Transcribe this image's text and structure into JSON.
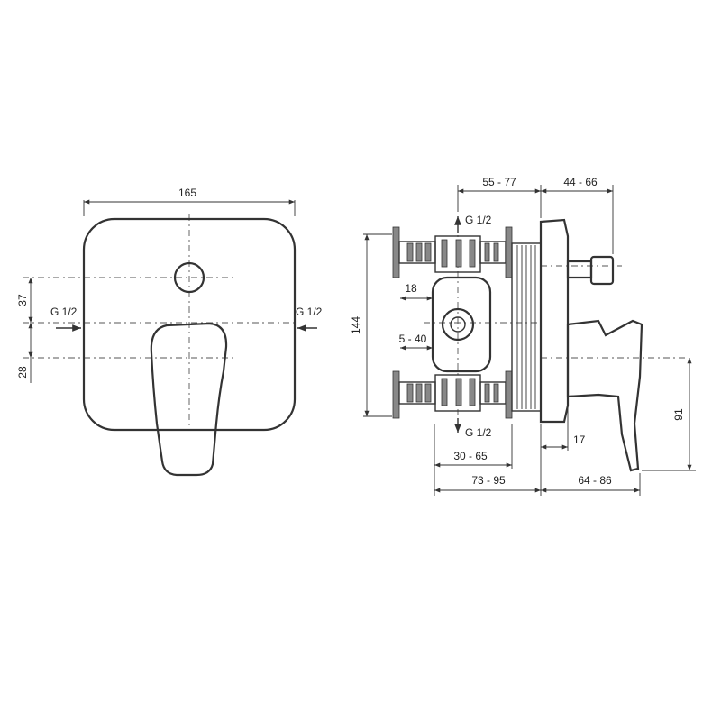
{
  "front_view": {
    "width_dim": "165",
    "offset_upper_dim": "37",
    "offset_lower_dim": "28",
    "inlet_left": "G 1/2",
    "inlet_right": "G 1/2"
  },
  "side_view": {
    "outlet_top": "G 1/2",
    "outlet_bottom": "G 1/2",
    "height_dim": "144",
    "dim_18": "18",
    "dim_5_40": "5 - 40",
    "dim_30_65": "30 - 65",
    "dim_73_95": "73 - 95",
    "dim_55_77": "55 - 77",
    "dim_44_66": "44 - 66",
    "dim_17": "17",
    "dim_64_86": "64 - 86",
    "dim_91": "91"
  }
}
